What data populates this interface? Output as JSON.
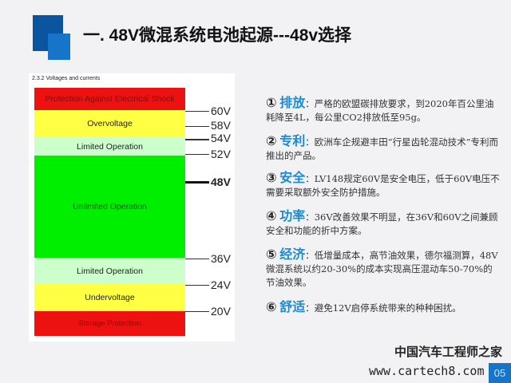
{
  "title": "一. 48V微混系统电池起源---48v选择",
  "figure": {
    "caption": "2.3.2    Voltages and currents",
    "bands": [
      {
        "label": "Protection Against Electrical Shock",
        "color": "#ee1111"
      },
      {
        "label": "Overvoltage",
        "color": "#ffff44"
      },
      {
        "label": "Limited Operation",
        "color": "#ccffcc"
      },
      {
        "label": "Unlimited Operation",
        "color": "#00ee00"
      },
      {
        "label": "Limited Operation",
        "color": "#ccffcc"
      },
      {
        "label": "Undervoltage",
        "color": "#ffff44"
      },
      {
        "label": "Storage Protection",
        "color": "#ee1111"
      }
    ],
    "ticks": [
      "60V",
      "58V",
      "54V",
      "52V",
      "48V",
      "36V",
      "24V",
      "20V"
    ]
  },
  "items": [
    {
      "num": "①",
      "head": "排放",
      "text": "：严格的欧盟碳排放要求，到2020年百公里油耗降至4L，每公里CO2排放低至95g。"
    },
    {
      "num": "②",
      "head": "专利",
      "text": "：欧洲车企规避丰田“行星齿轮混动技术”专利而推出的产品。"
    },
    {
      "num": "③",
      "head": "安全",
      "text": "：LV148规定60V是安全电压，低于60V电压不需要采取额外安全防护措施。"
    },
    {
      "num": "④",
      "head": "功率",
      "text": "：36V改善效果不明显，在36V和60V之间兼顾安全和功能的折中方案。"
    },
    {
      "num": "⑤",
      "head": "经济",
      "text": "：低增量成本，高节油效果，德尔福测算，48V微混系统以约20-30%的成本实现高压混动车50-70%的节油效果。"
    },
    {
      "num": "⑥",
      "head": "舒适",
      "text": "：避免12V启停系统带来的种种困扰。"
    }
  ],
  "watermark": {
    "name": "中国汽车工程师之家",
    "url": "www.cartech8.com"
  },
  "page_number": "05",
  "colors": {
    "accent": "#1a8ad4",
    "title_square": "#0b55a0"
  }
}
